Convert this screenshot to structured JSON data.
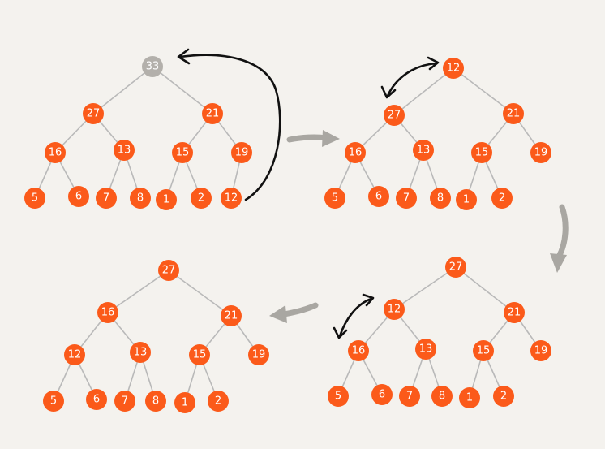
{
  "colors": {
    "background": "#f4f2ee",
    "node": "#fb5a1a",
    "removed_node": "#b3b0ab",
    "edge": "#b9b9b9",
    "swap_arrow": "#111111",
    "step_arrow": "#a9a7a2"
  },
  "trees": [
    {
      "name": "tree-1",
      "nodes": [
        {
          "id": "a1",
          "value": "33",
          "state": "removed"
        },
        {
          "id": "a2",
          "value": "27"
        },
        {
          "id": "a3",
          "value": "21"
        },
        {
          "id": "a4",
          "value": "16"
        },
        {
          "id": "a5",
          "value": "13"
        },
        {
          "id": "a6",
          "value": "15"
        },
        {
          "id": "a7",
          "value": "19"
        },
        {
          "id": "a8",
          "value": "5"
        },
        {
          "id": "a9",
          "value": "6"
        },
        {
          "id": "a10",
          "value": "7"
        },
        {
          "id": "a11",
          "value": "8"
        },
        {
          "id": "a12",
          "value": "1"
        },
        {
          "id": "a13",
          "value": "2"
        },
        {
          "id": "a14",
          "value": "12"
        }
      ],
      "edges": [
        [
          "a1",
          "a2"
        ],
        [
          "a1",
          "a3"
        ],
        [
          "a2",
          "a4"
        ],
        [
          "a2",
          "a5"
        ],
        [
          "a3",
          "a6"
        ],
        [
          "a3",
          "a7"
        ],
        [
          "a4",
          "a8"
        ],
        [
          "a4",
          "a9"
        ],
        [
          "a5",
          "a10"
        ],
        [
          "a5",
          "a11"
        ],
        [
          "a6",
          "a12"
        ],
        [
          "a6",
          "a13"
        ],
        [
          "a7",
          "a14"
        ]
      ]
    },
    {
      "name": "tree-2",
      "nodes": [
        {
          "id": "b1",
          "value": "12"
        },
        {
          "id": "b2",
          "value": "27"
        },
        {
          "id": "b3",
          "value": "21"
        },
        {
          "id": "b4",
          "value": "16"
        },
        {
          "id": "b5",
          "value": "13"
        },
        {
          "id": "b6",
          "value": "15"
        },
        {
          "id": "b7",
          "value": "19"
        },
        {
          "id": "b8",
          "value": "5"
        },
        {
          "id": "b9",
          "value": "6"
        },
        {
          "id": "b10",
          "value": "7"
        },
        {
          "id": "b11",
          "value": "8"
        },
        {
          "id": "b12",
          "value": "1"
        },
        {
          "id": "b13",
          "value": "2"
        }
      ],
      "edges": [
        [
          "b1",
          "b2"
        ],
        [
          "b1",
          "b3"
        ],
        [
          "b2",
          "b4"
        ],
        [
          "b2",
          "b5"
        ],
        [
          "b3",
          "b6"
        ],
        [
          "b3",
          "b7"
        ],
        [
          "b4",
          "b8"
        ],
        [
          "b4",
          "b9"
        ],
        [
          "b5",
          "b10"
        ],
        [
          "b5",
          "b11"
        ],
        [
          "b6",
          "b12"
        ],
        [
          "b6",
          "b13"
        ]
      ]
    },
    {
      "name": "tree-3",
      "nodes": [
        {
          "id": "c1",
          "value": "27"
        },
        {
          "id": "c2",
          "value": "12"
        },
        {
          "id": "c3",
          "value": "21"
        },
        {
          "id": "c4",
          "value": "16"
        },
        {
          "id": "c5",
          "value": "13"
        },
        {
          "id": "c6",
          "value": "15"
        },
        {
          "id": "c7",
          "value": "19"
        },
        {
          "id": "c8",
          "value": "5"
        },
        {
          "id": "c9",
          "value": "6"
        },
        {
          "id": "c10",
          "value": "7"
        },
        {
          "id": "c11",
          "value": "8"
        },
        {
          "id": "c12",
          "value": "1"
        },
        {
          "id": "c13",
          "value": "2"
        }
      ],
      "edges": [
        [
          "c1",
          "c2"
        ],
        [
          "c1",
          "c3"
        ],
        [
          "c2",
          "c4"
        ],
        [
          "c2",
          "c5"
        ],
        [
          "c3",
          "c6"
        ],
        [
          "c3",
          "c7"
        ],
        [
          "c4",
          "c8"
        ],
        [
          "c4",
          "c9"
        ],
        [
          "c5",
          "c10"
        ],
        [
          "c5",
          "c11"
        ],
        [
          "c6",
          "c12"
        ],
        [
          "c6",
          "c13"
        ]
      ]
    },
    {
      "name": "tree-4",
      "nodes": [
        {
          "id": "d1",
          "value": "27"
        },
        {
          "id": "d2",
          "value": "16"
        },
        {
          "id": "d3",
          "value": "21"
        },
        {
          "id": "d4",
          "value": "12"
        },
        {
          "id": "d5",
          "value": "13"
        },
        {
          "id": "d6",
          "value": "15"
        },
        {
          "id": "d7",
          "value": "19"
        },
        {
          "id": "d8",
          "value": "5"
        },
        {
          "id": "d9",
          "value": "6"
        },
        {
          "id": "d10",
          "value": "7"
        },
        {
          "id": "d11",
          "value": "8"
        },
        {
          "id": "d12",
          "value": "1"
        },
        {
          "id": "d13",
          "value": "2"
        }
      ],
      "edges": [
        [
          "d1",
          "d2"
        ],
        [
          "d1",
          "d3"
        ],
        [
          "d2",
          "d4"
        ],
        [
          "d2",
          "d5"
        ],
        [
          "d3",
          "d6"
        ],
        [
          "d3",
          "d7"
        ],
        [
          "d4",
          "d8"
        ],
        [
          "d4",
          "d9"
        ],
        [
          "d5",
          "d10"
        ],
        [
          "d5",
          "d11"
        ],
        [
          "d6",
          "d12"
        ],
        [
          "d6",
          "d13"
        ]
      ]
    }
  ]
}
